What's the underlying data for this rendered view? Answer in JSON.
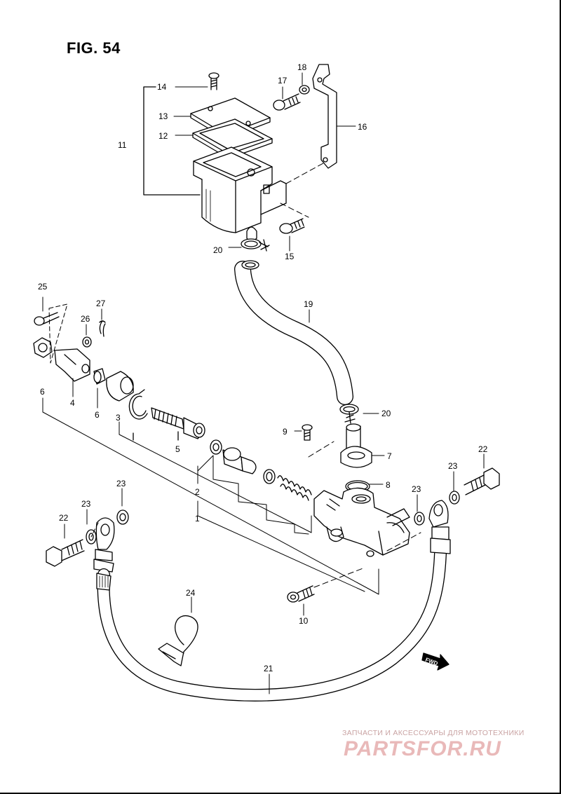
{
  "figure": {
    "title": "FIG. 54"
  },
  "callouts": [
    {
      "id": "c1",
      "label": "1"
    },
    {
      "id": "c2",
      "label": "2"
    },
    {
      "id": "c3",
      "label": "3"
    },
    {
      "id": "c4",
      "label": "4"
    },
    {
      "id": "c5",
      "label": "5"
    },
    {
      "id": "c6a",
      "label": "6"
    },
    {
      "id": "c6b",
      "label": "6"
    },
    {
      "id": "c7",
      "label": "7"
    },
    {
      "id": "c8",
      "label": "8"
    },
    {
      "id": "c9",
      "label": "9"
    },
    {
      "id": "c10",
      "label": "10"
    },
    {
      "id": "c11",
      "label": "11"
    },
    {
      "id": "c12",
      "label": "12"
    },
    {
      "id": "c13",
      "label": "13"
    },
    {
      "id": "c14",
      "label": "14"
    },
    {
      "id": "c15",
      "label": "15"
    },
    {
      "id": "c16",
      "label": "16"
    },
    {
      "id": "c17",
      "label": "17"
    },
    {
      "id": "c18",
      "label": "18"
    },
    {
      "id": "c19",
      "label": "19"
    },
    {
      "id": "c20a",
      "label": "20"
    },
    {
      "id": "c20b",
      "label": "20"
    },
    {
      "id": "c21",
      "label": "21"
    },
    {
      "id": "c22a",
      "label": "22"
    },
    {
      "id": "c22b",
      "label": "22"
    },
    {
      "id": "c23a",
      "label": "23"
    },
    {
      "id": "c23b",
      "label": "23"
    },
    {
      "id": "c23c",
      "label": "23"
    },
    {
      "id": "c23d",
      "label": "23"
    },
    {
      "id": "c24",
      "label": "24"
    },
    {
      "id": "c25",
      "label": "25"
    },
    {
      "id": "c26",
      "label": "26"
    },
    {
      "id": "c27",
      "label": "27"
    }
  ],
  "fwd_marker": "FWD",
  "watermark": {
    "tagline": "ЗАПЧАСТИ И АКСЕССУАРЫ ДЛЯ МОТОТЕХНИКИ",
    "logo": "PARTSFOR.RU"
  }
}
